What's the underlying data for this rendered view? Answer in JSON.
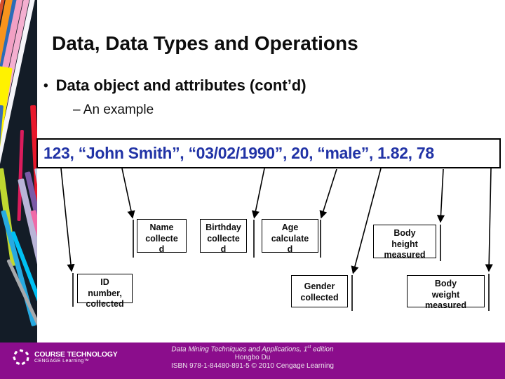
{
  "title": "Data, Data Types and Operations",
  "bullet": {
    "marker": "•",
    "text": "Data object and attributes (cont’d)"
  },
  "sub_bullet": "– An example",
  "record_box": {
    "text": "123, “John Smith”, “03/02/1990”, 20, “male”, 1.82, 78"
  },
  "attribute_labels": {
    "id": "ID\nnumber,\ncollected",
    "name": "Name\ncollecte\nd",
    "birthday": "Birthday\ncollecte\nd",
    "age": "Age\ncalculate\nd",
    "gender": "Gender\ncollected",
    "body_height": "Body\nheight\nmeasured",
    "body_weight": "Body\nweight\nmeasured"
  },
  "footer": {
    "citation_pre": "Data Mining Techniques and Applications, 1",
    "citation_sup": "st",
    "citation_post": " edition",
    "author": "Hongbo Du",
    "isbn_line": "ISBN 978-1-84480-891-5 © 2010 Cengage Learning",
    "logo_line1": "COURSE TECHNOLOGY",
    "logo_line2": "CENGAGE Learning™"
  },
  "colors": {
    "record_text": "#2133A6",
    "footer_bg": "#8B0D8C",
    "sidebar_bg": "#131C27"
  }
}
